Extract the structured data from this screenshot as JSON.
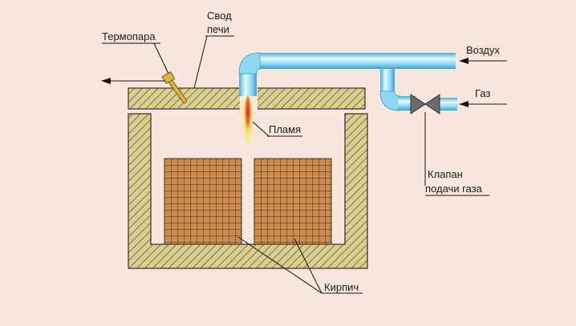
{
  "labels": {
    "thermocouple": "Термопара",
    "furnace_roof_line1": "Свод",
    "furnace_roof_line2": "печи",
    "air": "Воздух",
    "gas": "Газ",
    "flame": "Пламя",
    "valve_line1": "Клапан",
    "valve_line2": "подачи газа",
    "brick": "Кирпич"
  },
  "colors": {
    "background": "#f9e7df",
    "wall_fill": "#d8d08f",
    "wall_hatch": "#6f5a3a",
    "brick_fill": "#c98b4e",
    "brick_grid": "#4a2a12",
    "pipe_main": "#8fd7f3",
    "pipe_highlight": "#e6f8ff",
    "pipe_edge": "#4aaed3",
    "flame_outer": "#f2e56a",
    "flame_inner": "#e2404d",
    "thermocouple": "#e0b63a",
    "valve": "#6b6b6b"
  },
  "icons": {
    "valve": "gas-valve-icon",
    "flame": "flame-icon",
    "thermocouple": "thermocouple-probe-icon"
  }
}
